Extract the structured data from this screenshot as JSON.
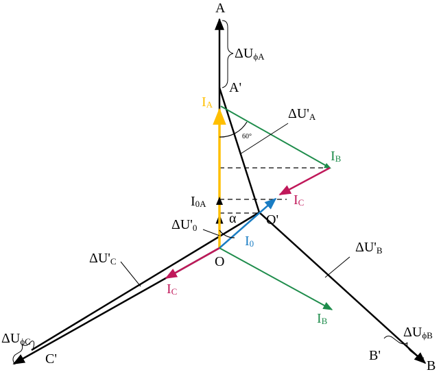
{
  "colors": {
    "black": "#000000",
    "yellow": "#ffbf00",
    "green": "#1e8c4b",
    "magenta": "#c0185a",
    "blue": "#1a7dc4"
  },
  "labels": {
    "A": "A",
    "A_prime": "A'",
    "B": "B",
    "B_prime": "B'",
    "C_prime": "C'",
    "O": "O",
    "O_prime": "O'",
    "alpha": "α",
    "angle_60": "60°",
    "IA": {
      "main": "I",
      "sub": "A"
    },
    "IB_top": {
      "main": "I",
      "sub": "B"
    },
    "IC_top": {
      "main": "I",
      "sub": "C"
    },
    "I0A": {
      "main": "I",
      "sub": "0A"
    },
    "I0": {
      "main": "I",
      "sub": "0"
    },
    "IC_bottom": {
      "main": "I",
      "sub": "C"
    },
    "IB_bottom": {
      "main": "I",
      "sub": "B"
    },
    "dU_phiA": {
      "main": "ΔU",
      "sub": "ϕA"
    },
    "dU_phiB": {
      "main": "ΔU",
      "sub": "ϕB"
    },
    "dU_phiC": {
      "main": "ΔU",
      "sub": "ϕC"
    },
    "dU_primeA": {
      "main": "ΔU'",
      "sub": "A"
    },
    "dU_primeB": {
      "main": "ΔU'",
      "sub": "B"
    },
    "dU_primeC": {
      "main": "ΔU'",
      "sub": "C"
    },
    "dU_prime0": {
      "main": "ΔU'",
      "sub": "0"
    }
  }
}
